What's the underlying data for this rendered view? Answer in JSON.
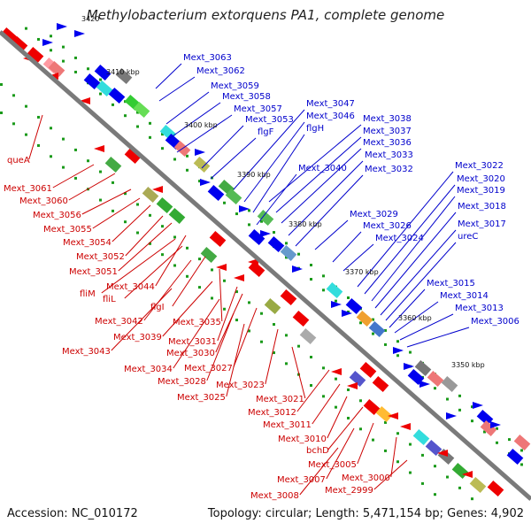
{
  "title": "Methylobacterium extorquens PA1, complete genome",
  "footer": {
    "accession": "Accession: NC_010172",
    "summary": "Topology: circular; Length: 5,471,154 bp; Genes: 4,902"
  },
  "colors": {
    "backbone": "#7a7a7a",
    "plus_strand": "#0000ee",
    "minus_strand": "#ee0000",
    "label_plus": "#0000cc",
    "label_minus": "#cc0000",
    "tick_dot": "#1a9a1a",
    "kbp_text": "#111111"
  },
  "kbp_ticks": [
    "3420",
    "3410 kbp",
    "3400 kbp",
    "3390 kbp",
    "3380 kbp",
    "3370 kbp",
    "3360 kbp",
    "3350 kbp"
  ],
  "labels_plus": [
    "Mext_3063",
    "Mext_3062",
    "Mext_3059",
    "Mext_3058",
    "Mext_3057",
    "Mext_3053",
    "flgF",
    "Mext_3047",
    "Mext_3046",
    "flgH",
    "Mext_3040",
    "Mext_3038",
    "Mext_3037",
    "Mext_3036",
    "Mext_3033",
    "Mext_3032",
    "Mext_3029",
    "Mext_3026",
    "Mext_3024",
    "Mext_3022",
    "Mext_3020",
    "Mext_3019",
    "Mext_3018",
    "Mext_3017",
    "ureC",
    "Mext_3015",
    "Mext_3014",
    "Mext_3013",
    "Mext_3006"
  ],
  "labels_minus": [
    "queA",
    "Mext_3061",
    "Mext_3060",
    "Mext_3056",
    "Mext_3055",
    "Mext_3054",
    "Mext_3052",
    "Mext_3051",
    "Mext_3044",
    "fliM",
    "fliL",
    "flgI",
    "Mext_3042",
    "Mext_3035",
    "Mext_3039",
    "Mext_3043",
    "Mext_3031",
    "Mext_3030",
    "Mext_3034",
    "Mext_3027",
    "Mext_3028",
    "Mext_3023",
    "Mext_3025",
    "Mext_3021",
    "Mext_3012",
    "Mext_3011",
    "Mext_3010",
    "bchD",
    "Mext_3005",
    "Mext_3007",
    "Mext_3000",
    "Mext_3008",
    "Mext_2999"
  ]
}
